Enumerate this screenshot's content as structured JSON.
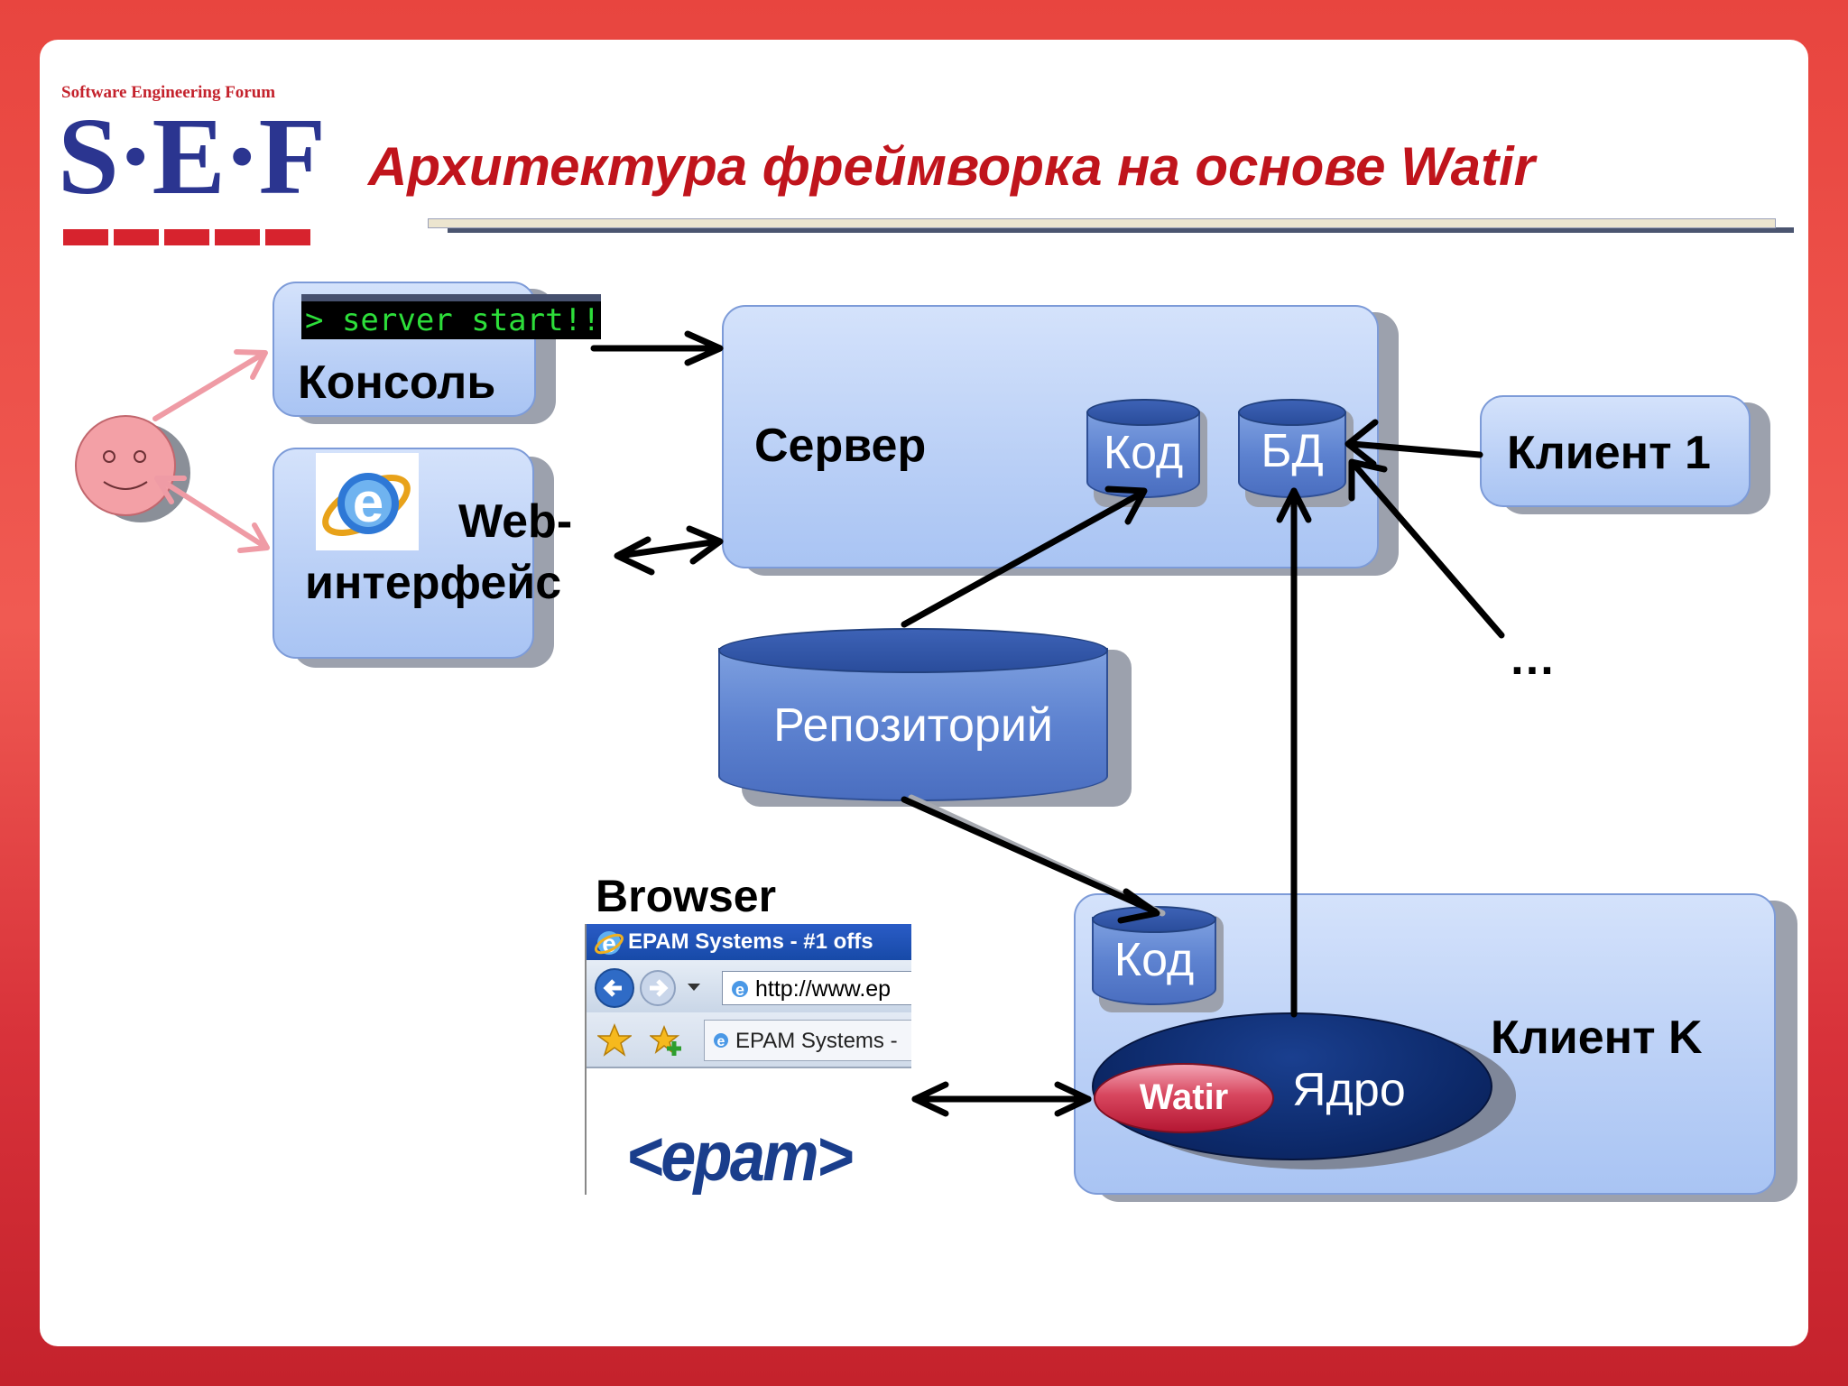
{
  "logo": {
    "subtitle": "Software Engineering Forum",
    "main": "S·E·F"
  },
  "title": "Архитектура фреймворка на основе Watir",
  "nodes": {
    "console": {
      "screen_text": "> server start!!!",
      "label": "Консоль"
    },
    "web_interface": {
      "label_line1": "Web-",
      "label_line2": "интерфейс"
    },
    "server": {
      "label": "Сервер",
      "code_db": "Код",
      "data_db": "БД"
    },
    "client1": {
      "label": "Клиент 1"
    },
    "ellipsis": "…",
    "repository": {
      "label": "Репозиторий"
    },
    "browser": {
      "heading": "Browser",
      "window_title": "EPAM Systems - #1 offs",
      "url": "http://www.ep",
      "tab_title": "EPAM Systems -",
      "page_logo": "<epam>"
    },
    "clientK": {
      "label": "Клиент K",
      "code_db": "Код",
      "core": "Ядро",
      "watir": "Watir"
    }
  },
  "colors": {
    "title": "#c0141c",
    "logo_blue": "#2b3590",
    "logo_red": "#d7232e",
    "box_fill": "#b9cff6",
    "core_fill": "#0d2a6b",
    "watir_fill": "#c81b3a",
    "user_face": "#f3a0a6",
    "user_arrow": "#ef9ba5"
  },
  "icons": [
    "ie-icon",
    "smiley-user-icon",
    "star-icon",
    "add-favorite-icon",
    "back-icon",
    "forward-icon"
  ]
}
